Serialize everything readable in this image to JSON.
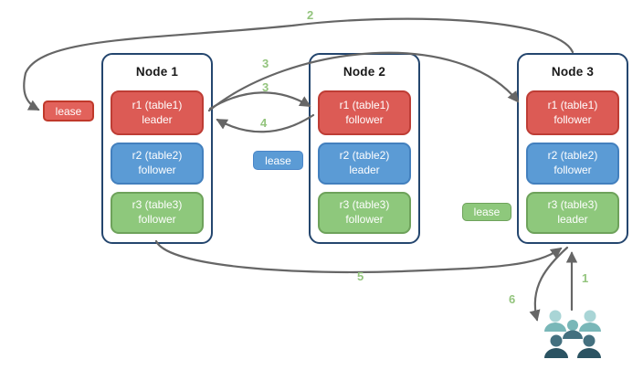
{
  "nodes": [
    {
      "title": "Node 1",
      "replicas": [
        {
          "name": "r1 (table1)",
          "role": "leader",
          "color": "red"
        },
        {
          "name": "r2 (table2)",
          "role": "follower",
          "color": "blue"
        },
        {
          "name": "r3 (table3)",
          "role": "follower",
          "color": "green"
        }
      ]
    },
    {
      "title": "Node 2",
      "replicas": [
        {
          "name": "r1 (table1)",
          "role": "follower",
          "color": "red"
        },
        {
          "name": "r2 (table2)",
          "role": "leader",
          "color": "blue"
        },
        {
          "name": "r3 (table3)",
          "role": "follower",
          "color": "green"
        }
      ]
    },
    {
      "title": "Node 3",
      "replicas": [
        {
          "name": "r1 (table1)",
          "role": "follower",
          "color": "red"
        },
        {
          "name": "r2 (table2)",
          "role": "follower",
          "color": "blue"
        },
        {
          "name": "r3 (table3)",
          "role": "leader",
          "color": "green"
        }
      ]
    }
  ],
  "leases": {
    "red": "lease",
    "blue": "lease",
    "green": "lease"
  },
  "steps": {
    "s1": "1",
    "s2": "2",
    "s3a": "3",
    "s3b": "3",
    "s4": "4",
    "s5": "5",
    "s6": "6"
  },
  "icons": {
    "clients": "users-group-icon"
  },
  "colors": {
    "red_fill": "#DC5B55",
    "red_border": "#BE3D35",
    "blue_fill": "#5B9BD5",
    "blue_border": "#4380BE",
    "green_fill": "#8EC87C",
    "green_border": "#6EA25B",
    "node_border": "#24466E",
    "arrow": "#666666",
    "step_number": "#93C47D",
    "users_light": "#A9D5D6",
    "users_midlight": "#79B7B8",
    "users_mid": "#44707F",
    "users_dark": "#2B5362"
  }
}
